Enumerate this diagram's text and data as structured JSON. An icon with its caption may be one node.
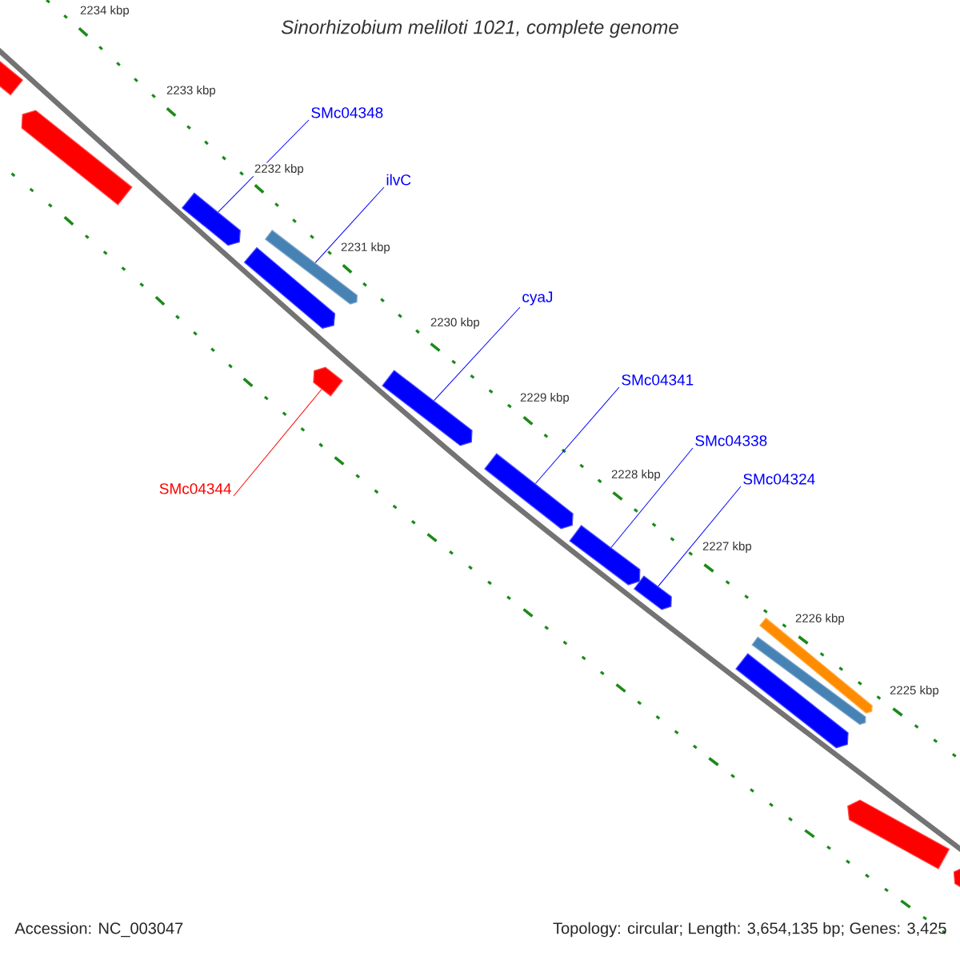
{
  "diagram": {
    "title": "Sinorhizobium meliloti 1021, complete genome",
    "nodes": [
      {
        "text": [
          "SMc04348"
        ]
      },
      {
        "text": [],
        "shape": "bar"
      },
      {
        "text": [
          "ilvC"
        ]
      },
      {
        "text": [],
        "shape": "bar"
      },
      {
        "text": [
          "cyaJ"
        ]
      },
      {
        "text": [],
        "shape": "bar"
      },
      {
        "text": [
          "SMc04341"
        ]
      },
      {
        "text": [],
        "shape": "bar"
      },
      {
        "text": [
          "SMc04338"
        ]
      },
      {
        "text": [],
        "shape": "bar"
      },
      {
        "text": [
          "SMc04324"
        ]
      },
      {
        "text": [],
        "shape": "bar"
      },
      {
        "text": [
          "SMc04344"
        ]
      },
      {
        "text": [],
        "shape": "bar"
      }
    ],
    "edges": [
      {
        "from": 0,
        "to": 1,
        "arrow": "none"
      },
      {
        "from": 2,
        "to": 3,
        "arrow": "none"
      },
      {
        "from": 4,
        "to": 5,
        "arrow": "none"
      },
      {
        "from": 6,
        "to": 7,
        "arrow": "none"
      },
      {
        "from": 8,
        "to": 9,
        "arrow": "none"
      },
      {
        "from": 10,
        "to": 11,
        "arrow": "none"
      },
      {
        "from": 12,
        "to": 13,
        "arrow": "none",
        "color": "#ff0000"
      }
    ],
    "labels": [
      "2234 kbp",
      "2233 kbp",
      "2232 kbp",
      "2231 kbp",
      "2230 kbp",
      "2229 kbp",
      "2228 kbp",
      "2227 kbp",
      "2226 kbp",
      "2225 kbp",
      "Accession: NC_003047",
      "Topology: circular; Length: 3,654,135 bp; Genes: 3,425"
    ]
  }
}
